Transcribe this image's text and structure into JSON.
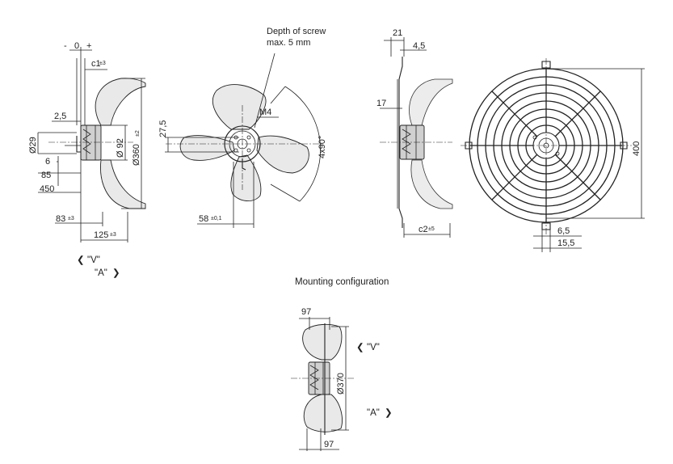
{
  "side_view": {
    "tol": {
      "minus": "-",
      "zero": "0",
      "plus": "+"
    },
    "c1": "c1",
    "c1_tol": "±3",
    "d_2_5": "2,5",
    "d_29": "Ø29",
    "d_6": "6",
    "d_85": "85",
    "d_450": "450",
    "d_92": "Ø 92",
    "d_360": "Ø360",
    "d_360_tol": "±2",
    "d_83": "83",
    "d_83_tol": "±3",
    "d_125": "125",
    "d_125_tol": "±3",
    "v_label": "\"V\"",
    "v_chevron": "❮",
    "a_label": "\"A\"",
    "a_chevron": "❯"
  },
  "front_view": {
    "screw_note_1": "Depth of screw",
    "screw_note_2": "max. 5 mm",
    "m4": "M4",
    "d_27_5": "27,5",
    "angle": "4x90°",
    "d_58": "58",
    "d_58_tol": "±0,1"
  },
  "guard_side": {
    "d_21": "21",
    "d_4_5": "4,5",
    "d_17": "17",
    "c2": "c2",
    "c2_tol": "±5"
  },
  "guard_front": {
    "d_400": "400",
    "d_6_5": "6,5",
    "d_15_5": "15,5"
  },
  "mounting": {
    "title": "Mounting configuration",
    "d_97_top": "97",
    "d_97_bottom": "97",
    "d_370": "Ø370",
    "v_label": "\"V\"",
    "v_chevron": "❮",
    "a_label": "\"A\"",
    "a_chevron": "❯"
  }
}
